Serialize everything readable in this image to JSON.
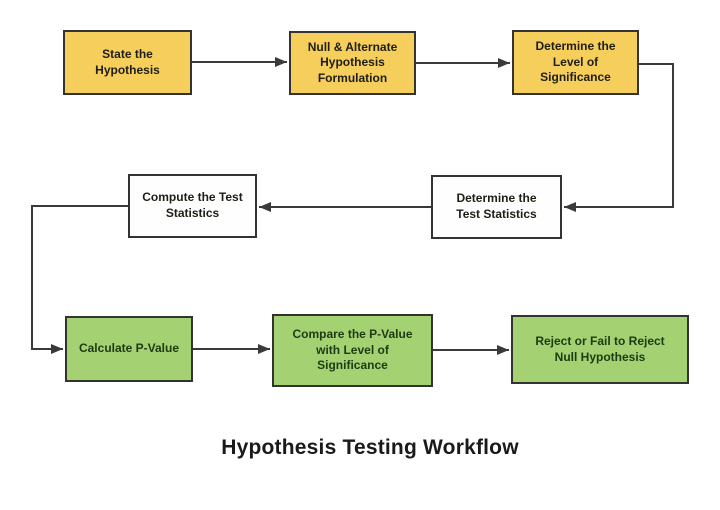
{
  "title": "Hypothesis Testing Workflow",
  "colors": {
    "step_early": "#F6CE5C",
    "step_middle": "#FEFEFE",
    "step_late": "#A4D273",
    "node_border": "#333330",
    "connector": "#3A3A3A",
    "text": "#1E1E14",
    "background": "#FFFFFF"
  },
  "diagram": {
    "type": "flowchart",
    "nodes": [
      {
        "id": "state-hypothesis",
        "lines": [
          "State the",
          "Hypothesis"
        ],
        "fill": "yellow"
      },
      {
        "id": "null-alternate-formulation",
        "lines": [
          "Null & Alternate",
          "Hypothesis",
          "Formulation"
        ],
        "fill": "yellow"
      },
      {
        "id": "determine-significance-level",
        "lines": [
          "Determine the",
          "Level of",
          "Significance"
        ],
        "fill": "yellow"
      },
      {
        "id": "determine-test-statistics",
        "lines": [
          "Determine the",
          "Test Statistics"
        ],
        "fill": "white"
      },
      {
        "id": "compute-test-statistics",
        "lines": [
          "Compute the Test",
          "Statistics"
        ],
        "fill": "white"
      },
      {
        "id": "calculate-p-value",
        "lines": [
          "Calculate P-Value"
        ],
        "fill": "green"
      },
      {
        "id": "compare-p-value",
        "lines": [
          "Compare the P-Value",
          "with Level of",
          "Significance"
        ],
        "fill": "green"
      },
      {
        "id": "reject-or-fail-to-reject",
        "lines": [
          "Reject or Fail to Reject",
          "Null Hypothesis"
        ],
        "fill": "green"
      }
    ],
    "edges": [
      {
        "from": "state-hypothesis",
        "to": "null-alternate-formulation"
      },
      {
        "from": "null-alternate-formulation",
        "to": "determine-significance-level"
      },
      {
        "from": "determine-significance-level",
        "to": "determine-test-statistics"
      },
      {
        "from": "determine-test-statistics",
        "to": "compute-test-statistics"
      },
      {
        "from": "compute-test-statistics",
        "to": "calculate-p-value"
      },
      {
        "from": "calculate-p-value",
        "to": "compare-p-value"
      },
      {
        "from": "compare-p-value",
        "to": "reject-or-fail-to-reject"
      }
    ]
  }
}
